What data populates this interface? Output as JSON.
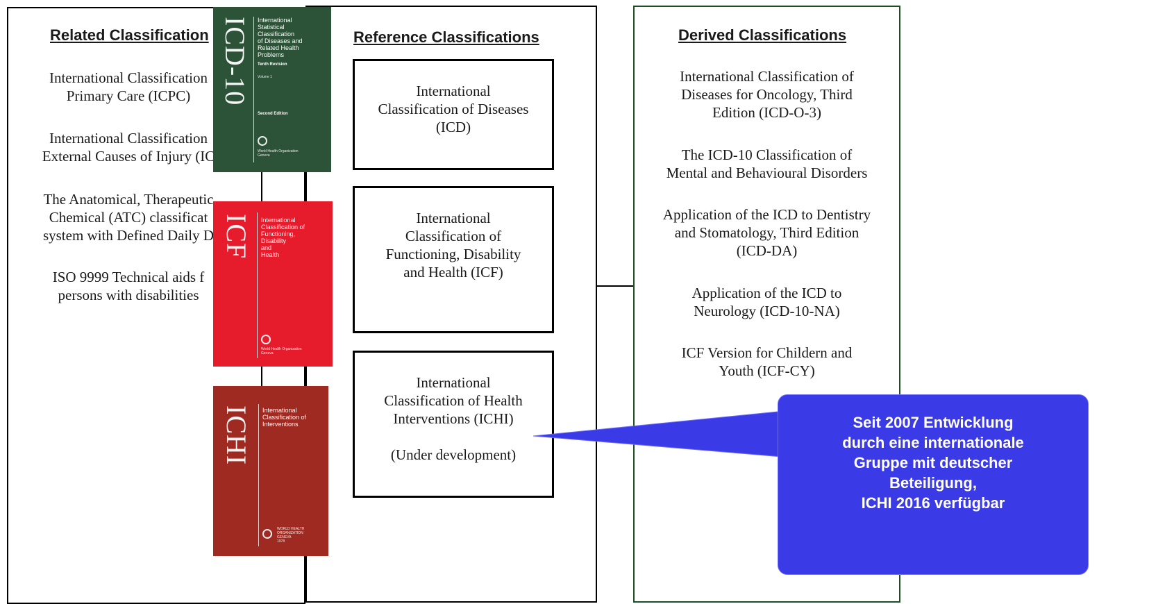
{
  "related": {
    "heading": "Related Classification",
    "items": [
      "International Classification\nPrimary Care (ICPC)",
      "International Classification\nExternal Causes of Injury (IC",
      "The Anatomical, Therapeutic\nChemical (ATC) classificat\nsystem with Defined Daily D",
      "ISO 9999 Technical aids f\npersons with disabilities"
    ]
  },
  "reference": {
    "heading": "Reference Classifications",
    "boxes": [
      "International\nClassification of Diseases\n(ICD)",
      "International\nClassification of\nFunctioning, Disability\nand Health (ICF)",
      "International\nClassification of Health\nInterventions (ICHI)\n\n(Under development)"
    ]
  },
  "derived": {
    "heading": "Derived Classifications",
    "items": [
      "International Classification of\nDiseases for Oncology, Third\nEdition (ICD-O-3)",
      "The ICD-10 Classification of\nMental and Behavioural Disorders",
      "Application of the ICD to Dentistry\nand Stomatology, Third Edition\n(ICD-DA)",
      "Application of the ICD to\nNeurology (ICD-10-NA)",
      "ICF Version for Childern and\nYouth (ICF-CY)"
    ]
  },
  "books": [
    {
      "title": "ICD-10",
      "subtitle": "International\nStatistical\nClassification\nof Diseases and\nRelated Health\nProblems",
      "revision": "Tenth Revision",
      "volume": "Volume 1",
      "edition": "Second Edition",
      "publisher": "World Health Organization\nGeneva",
      "color": "#2c5238"
    },
    {
      "title": "ICF",
      "subtitle": "International\nClassification of\nFunctioning,\nDisability\nand\nHealth",
      "publisher": "World Health Organization\nGeneva",
      "color": "#e61b2c"
    },
    {
      "title": "ICHI",
      "subtitle": "International\nClassification of\nInterventions",
      "publisher": "WORLD HEALTH\nORGANIZATION\nGENEVA\n1978",
      "color": "#9e2a22"
    }
  ],
  "callout": {
    "text": "Seit 2007 Entwicklung\ndurch eine internationale\nGruppe mit deutscher\nBeteiligung,\nICHI 2016 verfügbar",
    "color": "#3a3ae6"
  }
}
